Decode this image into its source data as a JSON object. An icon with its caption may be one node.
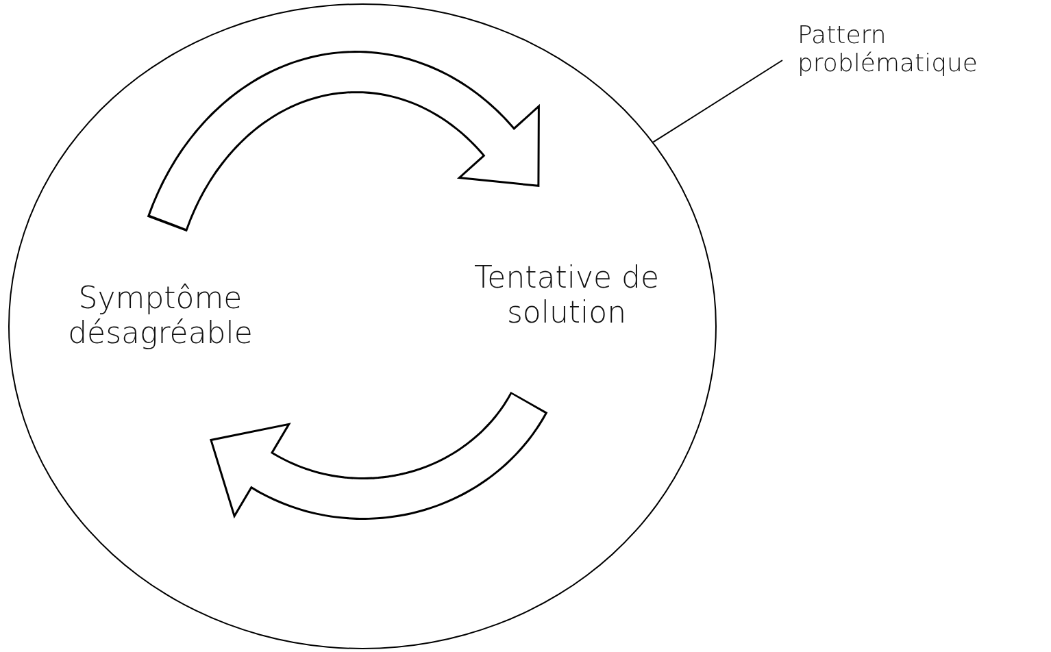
{
  "diagram": {
    "nodes": [
      {
        "text": [],
        "shape": "circle"
      },
      {
        "text": [
          "Symptôme désagréable"
        ],
        "in": 0
      },
      {
        "text": [
          "Tentative de solution"
        ],
        "in": 0
      },
      {
        "text": [
          "Pattern problématique"
        ]
      }
    ],
    "edges": [
      {
        "from": 1,
        "to": 2,
        "arrow": "to"
      },
      {
        "from": 2,
        "to": 1,
        "arrow": "to"
      },
      {
        "from": 3,
        "to": 0,
        "arrow": "none"
      }
    ]
  }
}
